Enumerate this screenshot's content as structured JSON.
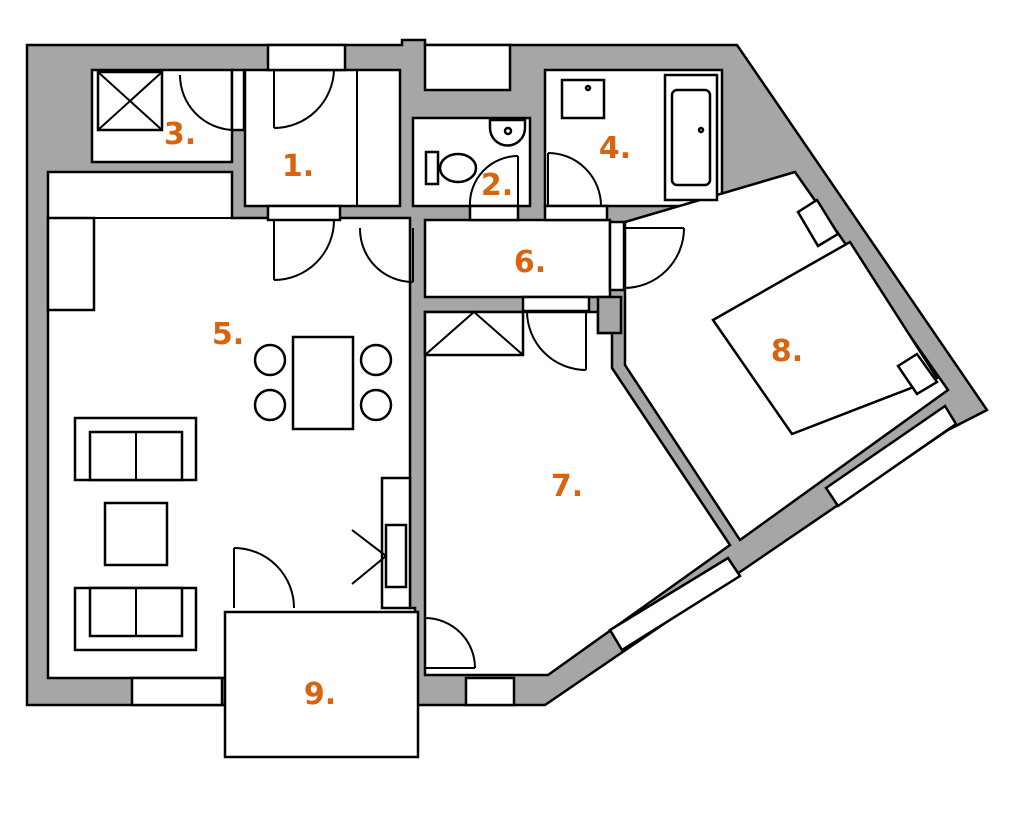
{
  "plan": {
    "label_color": "#d9640f",
    "wall_color": "#a6a6a6",
    "rooms": [
      {
        "id": "1",
        "label": "1."
      },
      {
        "id": "2",
        "label": "2."
      },
      {
        "id": "3",
        "label": "3."
      },
      {
        "id": "4",
        "label": "4."
      },
      {
        "id": "5",
        "label": "5."
      },
      {
        "id": "6",
        "label": "6."
      },
      {
        "id": "7",
        "label": "7."
      },
      {
        "id": "8",
        "label": "8."
      },
      {
        "id": "9",
        "label": "9."
      }
    ]
  }
}
